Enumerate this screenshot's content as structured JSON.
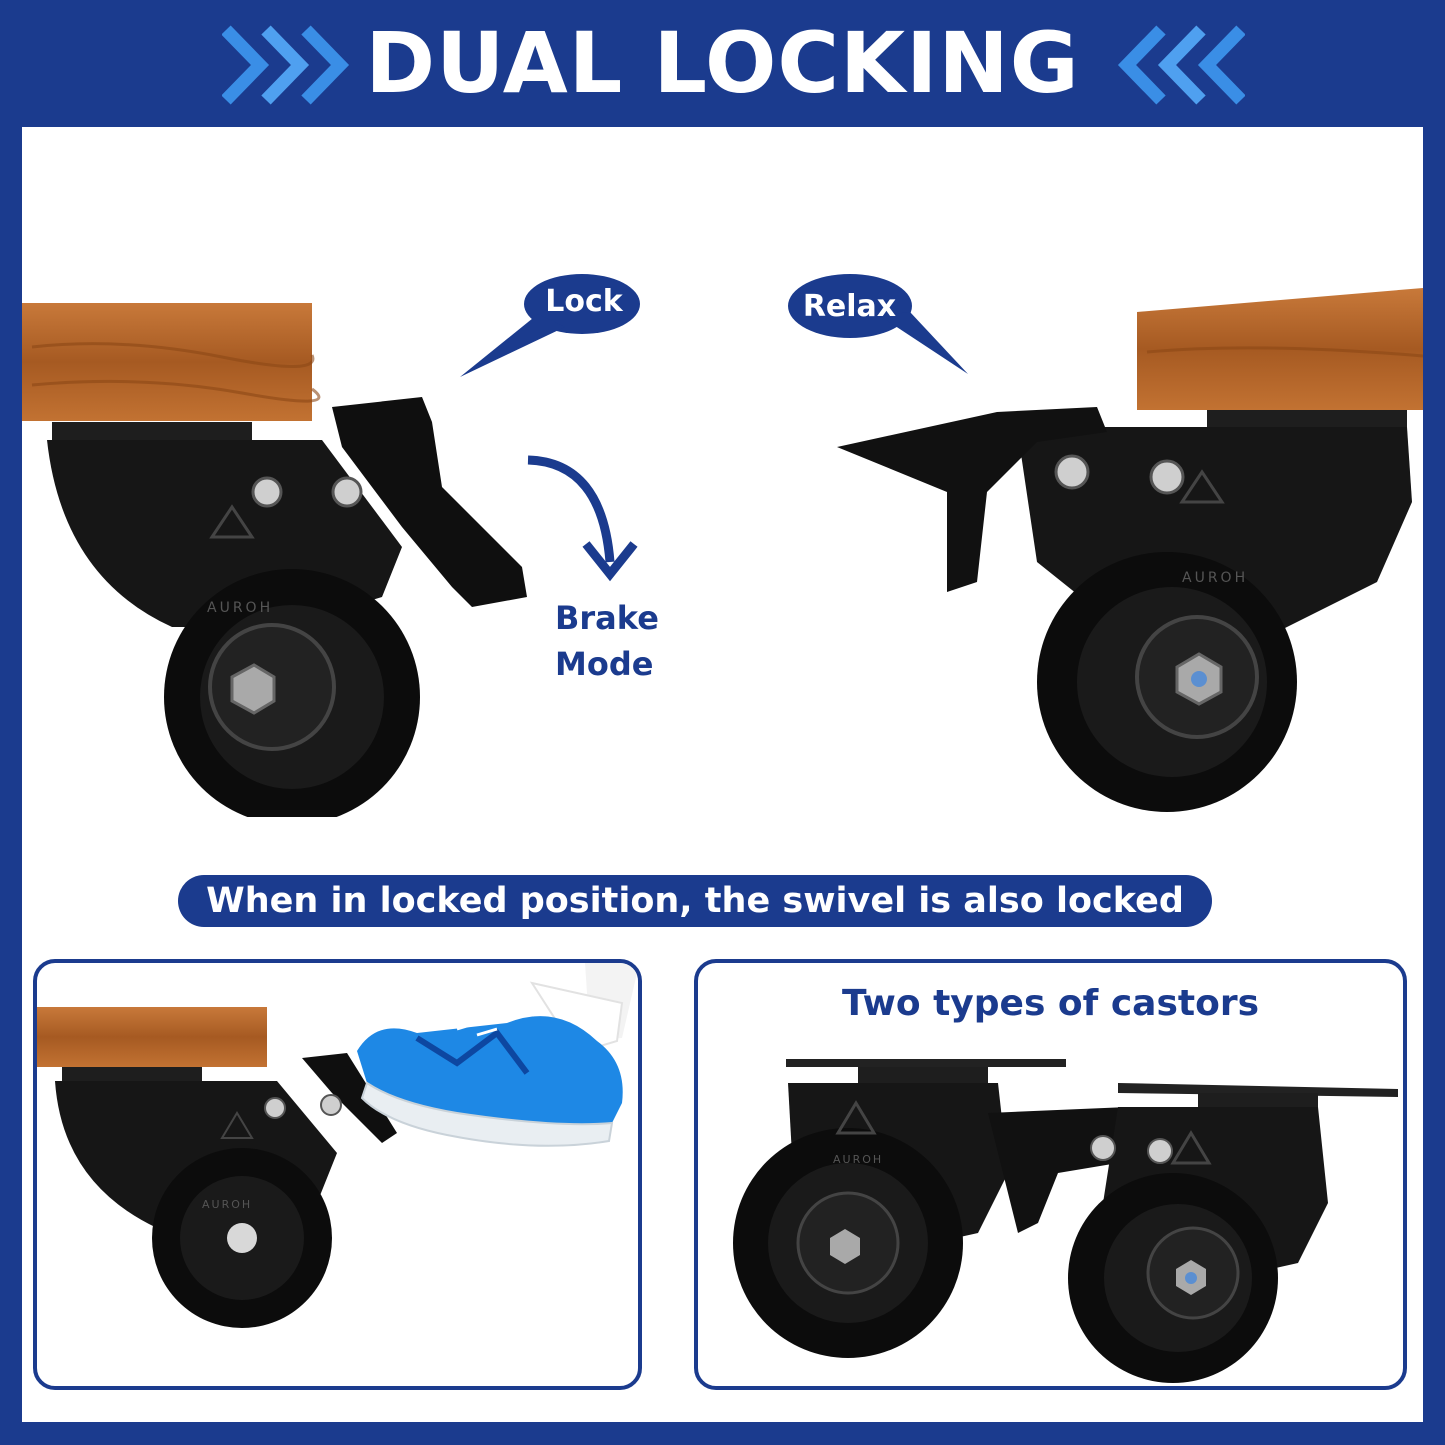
{
  "header": {
    "title": "DUAL LOCKING",
    "left_chevrons": "»»",
    "right_chevrons": "««"
  },
  "top_left": {
    "bubble_label": "Lock",
    "brake_line1": "Brake",
    "brake_line2": "Mode",
    "brand": "AUROH"
  },
  "top_right": {
    "bubble_label": "Relax",
    "brand": "AUROH"
  },
  "banner": {
    "text": "When in locked position, the swivel is also locked"
  },
  "bottom_left": {
    "brand": "AUROH"
  },
  "bottom_right": {
    "title": "Two types of castors",
    "brand": "AUROH"
  },
  "colors": {
    "navy": "#1b3b8e",
    "chevron_blue": "#3a8ee6",
    "wood": "#b86a2c",
    "caster_black": "#141414",
    "white": "#ffffff"
  }
}
